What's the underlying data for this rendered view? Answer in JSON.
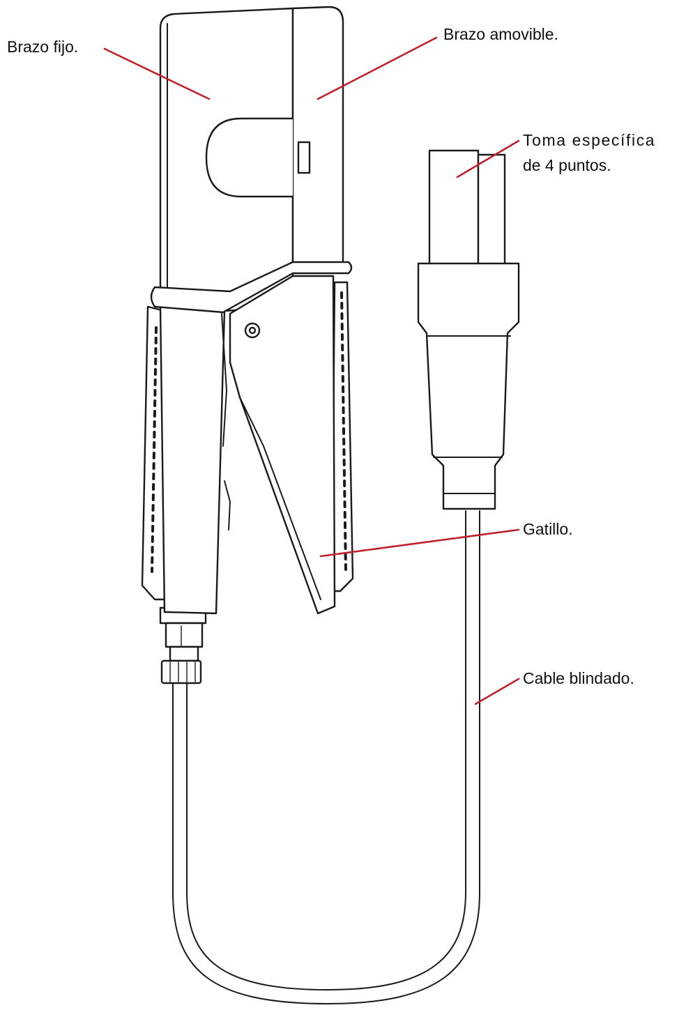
{
  "colors": {
    "leader": "#c0202a",
    "outline": "#1a1a1a",
    "background": "#ffffff"
  },
  "labels": {
    "fixed_arm": "Brazo fijo.",
    "movable_arm": "Brazo amovible.",
    "socket_line1": "Toma específica",
    "socket_line2": "de 4 puntos.",
    "trigger": "Gatillo.",
    "cable": "Cable blindado."
  }
}
